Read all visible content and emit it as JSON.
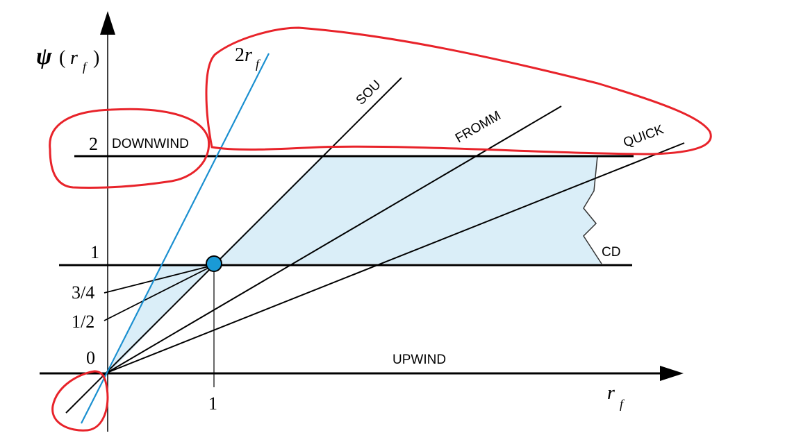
{
  "axes": {
    "y_label": "ψ",
    "y_label_open": "(",
    "y_label_var": "r",
    "y_label_sub": "f",
    "y_label_close": ")",
    "x_label_var": "r",
    "x_label_sub": "f"
  },
  "ticks": {
    "y_2": "2",
    "y_1": "1",
    "y_3_4": "3/4",
    "y_1_2": "1/2",
    "y_0": "0",
    "x_1": "1"
  },
  "lines": {
    "two_rf_coef": "2",
    "two_rf_var": "r",
    "two_rf_sub": "f",
    "sou": "SOU",
    "fromm": "FROMM",
    "quick": "QUICK",
    "cd": "CD",
    "downwind": "DOWNWIND",
    "upwind": "UPWIND"
  },
  "colors": {
    "region_fill": "#daeef8",
    "blue_line": "#1a8fd0",
    "point_fill": "#1a9ad6",
    "annotation_red": "#e8232a",
    "axis": "#000000"
  }
}
